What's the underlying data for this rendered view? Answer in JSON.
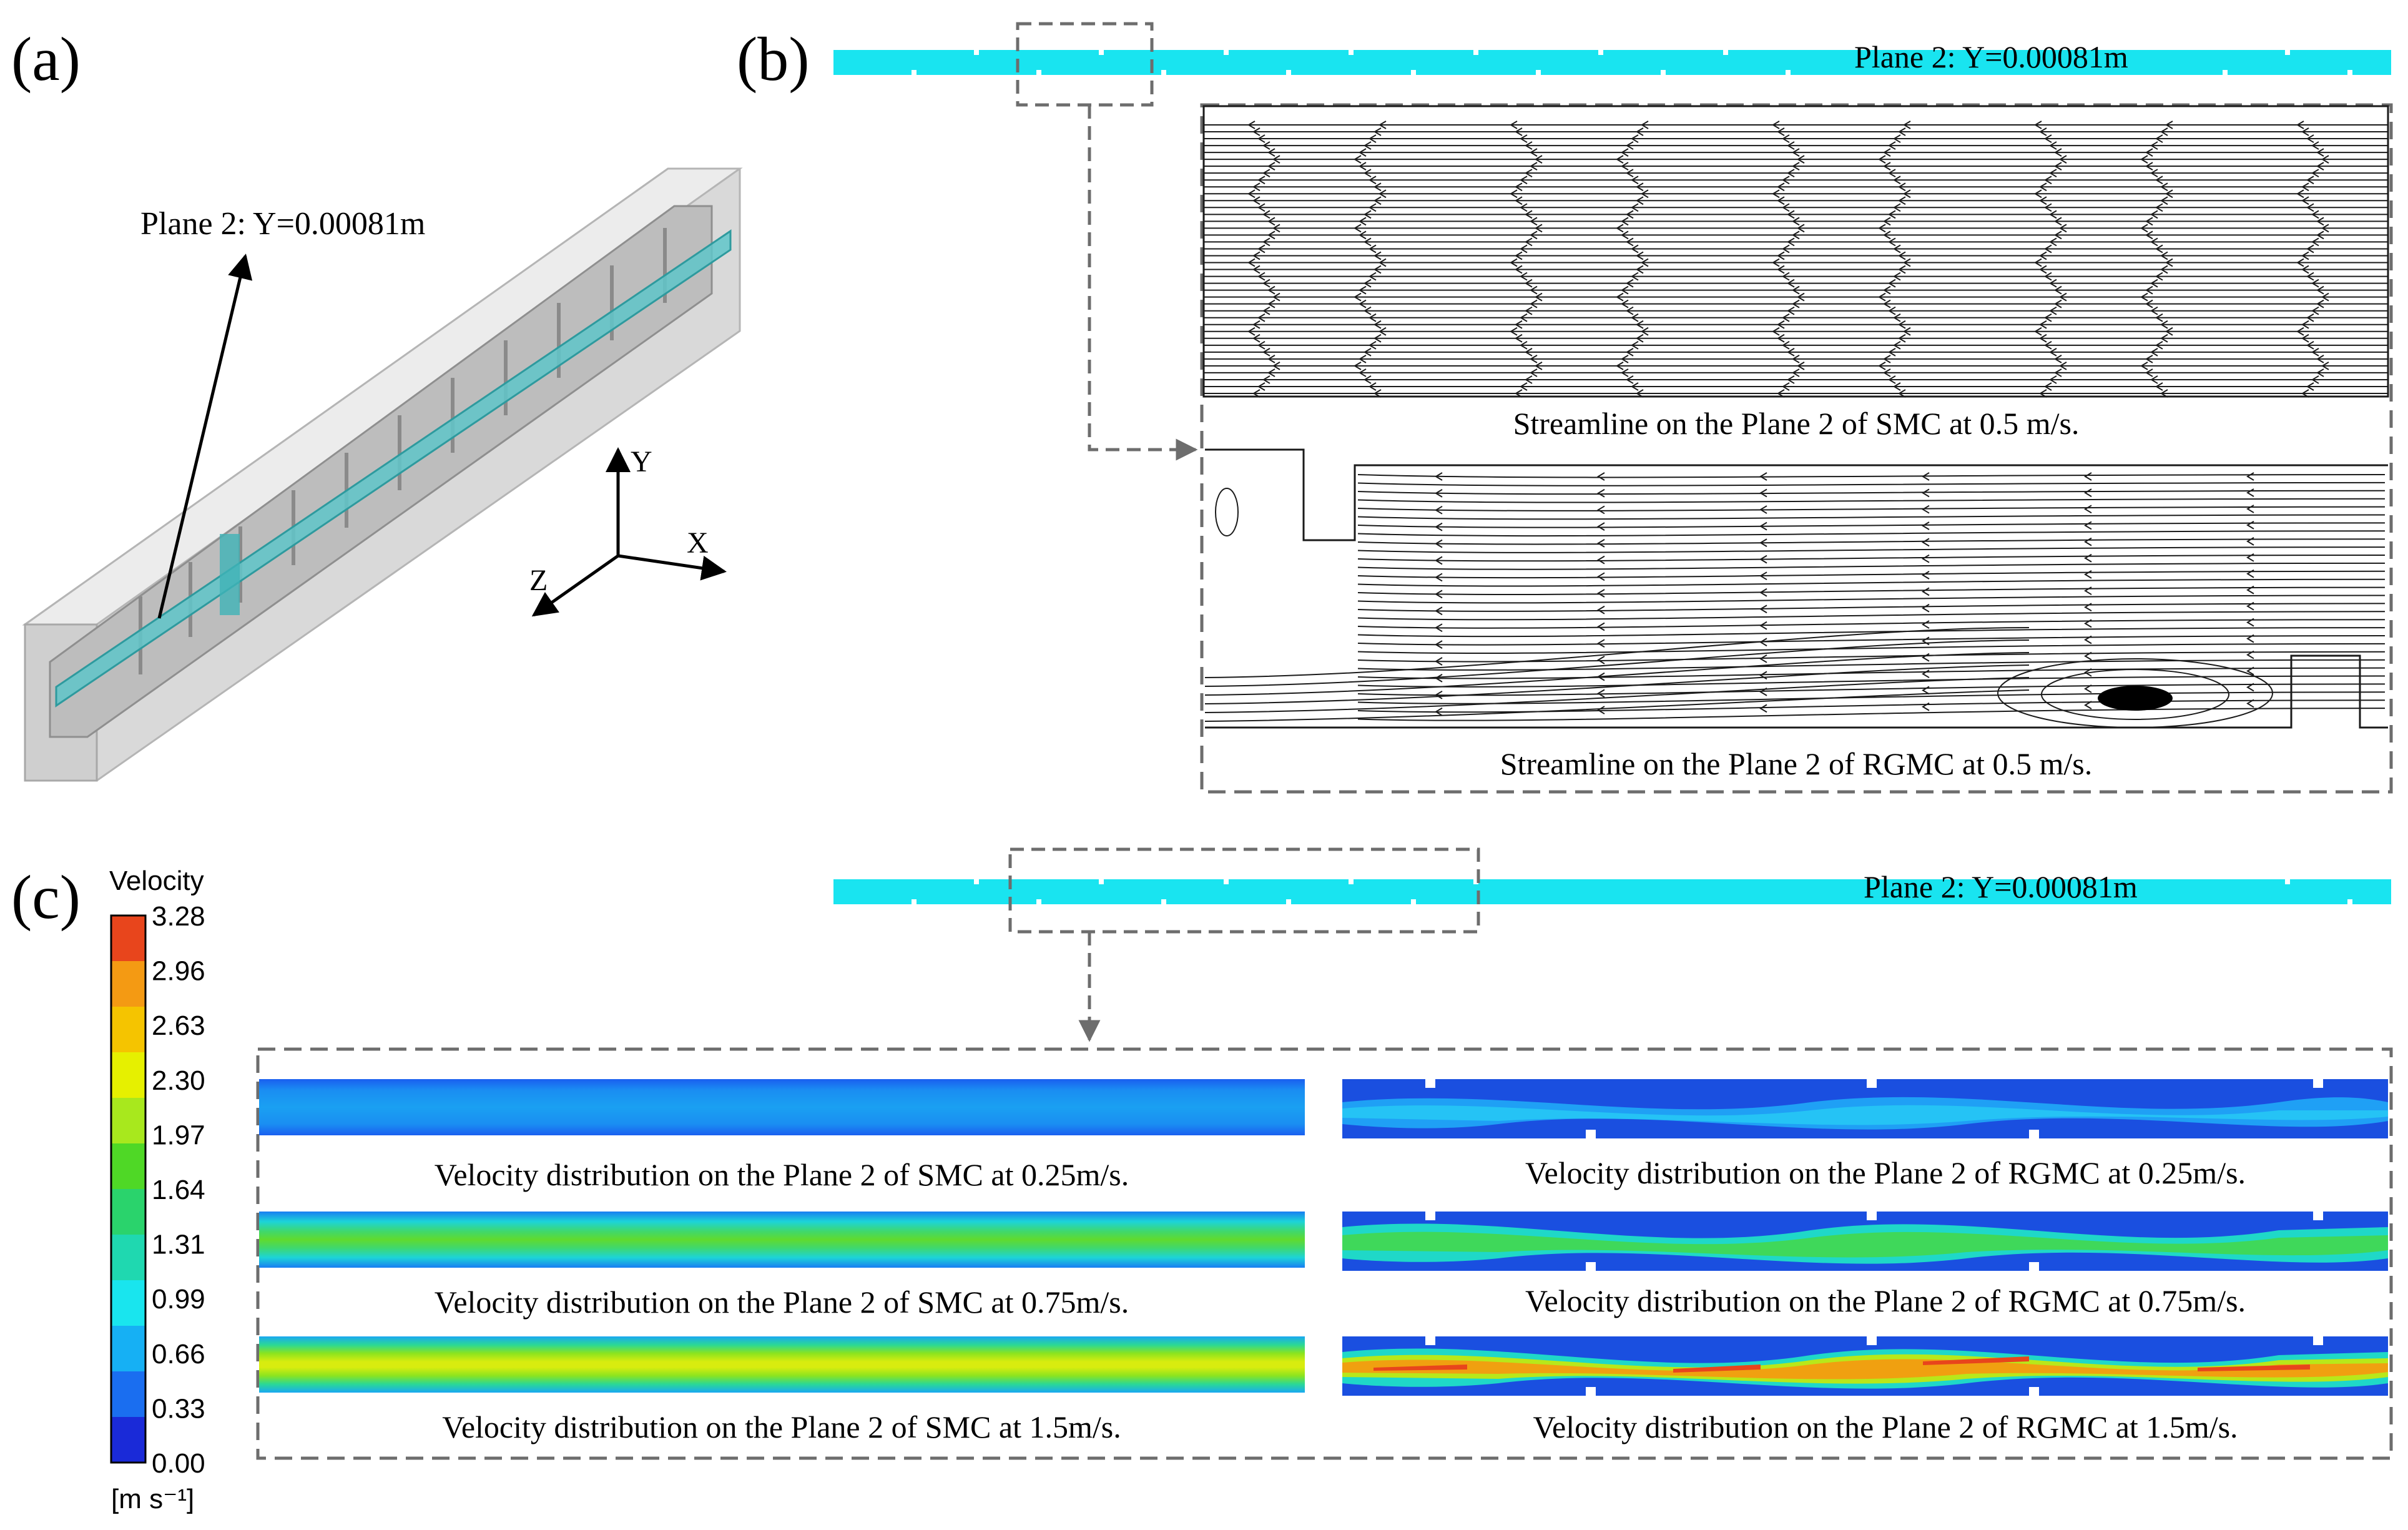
{
  "panels": {
    "a": {
      "label": "(a)",
      "plane_label": "Plane  2: Y=0.00081m",
      "axes": {
        "x": "X",
        "y": "Y",
        "z": "Z"
      }
    },
    "b": {
      "label": "(b)",
      "plane_label": "Plane  2: Y=0.00081m",
      "captions": [
        "Streamline  on the Plane  2 of SMC at 0.5 m/s.",
        "Streamline  on the Plane  2 of RGMC at 0.5 m/s."
      ]
    },
    "c": {
      "label": "(c)",
      "plane_label": "Plane  2: Y=0.00081m",
      "colorbar": {
        "title": "Velocity",
        "unit": "[m s⁻¹]",
        "ticks": [
          "3.28",
          "2.96",
          "2.63",
          "2.30",
          "1.97",
          "1.64",
          "1.31",
          "0.99",
          "0.66",
          "0.33",
          "0.00"
        ],
        "colors": [
          "#e8451c",
          "#f49a13",
          "#f5c400",
          "#e6f000",
          "#a8e81d",
          "#4fd826",
          "#2ad36c",
          "#1fd8b0",
          "#19e5ee",
          "#16b0f4",
          "#1a6ef0",
          "#1a2ad8"
        ]
      },
      "captions_smc": [
        "Velocity  distribution  on the Plane  2 of SMC at 0.25m/s.",
        "Velocity  distribution  on the Plane  2 of SMC at 0.75m/s.",
        "Velocity  distribution  on the Plane  2 of SMC at 1.5m/s."
      ],
      "captions_rgmc": [
        "Velocity  distribution  on the Plane  2 of RGMC at 0.25m/s.",
        "Velocity  distribution  on the Plane  2 of RGMC at 0.75m/s.",
        "Velocity  distribution  on the Plane  2 of RGMC at 1.5m/s."
      ]
    }
  }
}
